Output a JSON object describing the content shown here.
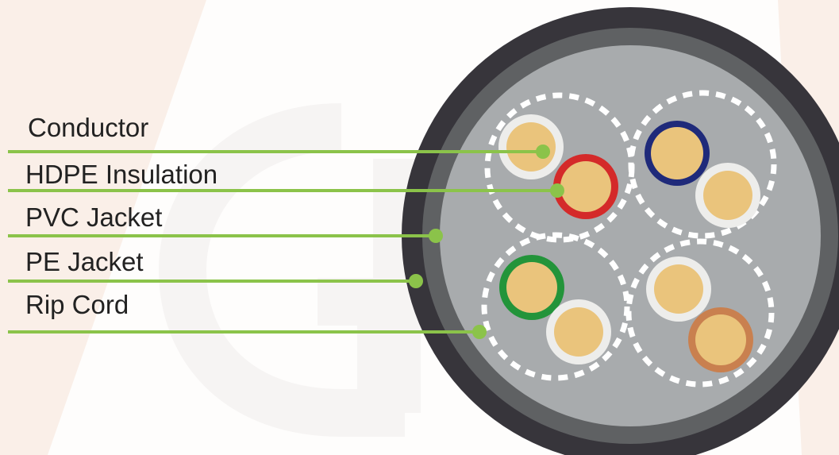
{
  "labels": {
    "conductor": "Conductor",
    "hdpe_insulation": "HDPE Insulation",
    "pvc_jacket": "PVC Jacket",
    "pe_jacket": "PE Jacket",
    "rip_cord": "Rip Cord"
  },
  "colors": {
    "leader_line": "#8bc34a",
    "outer_jacket": "#37353b",
    "inner_jacket": "#5f6163",
    "core_fill": "#a8abad",
    "conductor_fill": "#eac47c",
    "insulation_white": "#ededeb",
    "pair_colors": [
      "#1f2a7a",
      "#d42a2a",
      "#23943a",
      "#c9804f"
    ],
    "watermark": "#f5e6dc"
  }
}
